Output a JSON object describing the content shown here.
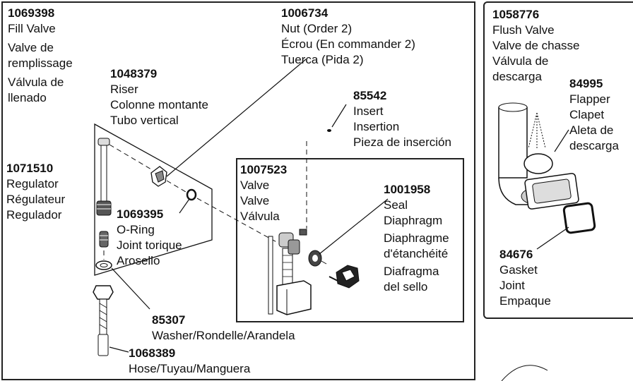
{
  "parts": {
    "fill_valve": {
      "number": "1069398",
      "en": "Fill Valve",
      "fr1": "Valve de",
      "fr2": "remplissage",
      "es1": "Válvula de",
      "es2": "llenado"
    },
    "nut": {
      "number": "1006734",
      "en": "Nut (Order 2)",
      "fr": "Écrou (En commander 2)",
      "es": "Tuerca (Pida 2)"
    },
    "riser": {
      "number": "1048379",
      "en": "Riser",
      "fr": "Colonne montante",
      "es": "Tubo vertical"
    },
    "insert": {
      "number": "85542",
      "en": "Insert",
      "fr": "Insertion",
      "es": "Pieza de inserción"
    },
    "regulator": {
      "number": "1071510",
      "en": "Regulator",
      "fr": "Régulateur",
      "es": "Regulador"
    },
    "valve": {
      "number": "1007523",
      "en": "Valve",
      "fr": "Valve",
      "es": "Válvula"
    },
    "seal": {
      "number": "1001958",
      "en": "Seal",
      "fr": "Diaphragm",
      "es1": "Diaphragme",
      "es2": "d'étanchéité",
      "es3": "Diafragma",
      "es4": "del sello"
    },
    "oring": {
      "number": "1069395",
      "en": "O-Ring",
      "fr": "Joint torique",
      "es": "Arosello"
    },
    "washer": {
      "number": "85307",
      "desc": "Washer/Rondelle/Arandela"
    },
    "hose": {
      "number": "1068389",
      "desc": "Hose/Tuyau/Manguera"
    },
    "flush_valve": {
      "number": "1058776",
      "en": "Flush Valve",
      "fr": "Valve de chasse",
      "es1": "Válvula de",
      "es2": "descarga"
    },
    "flapper": {
      "number": "84995",
      "en": "Flapper",
      "fr": "Clapet",
      "es1": "Aleta de",
      "es2": "descarga"
    },
    "gasket": {
      "number": "84676",
      "en": "Gasket",
      "fr": "Joint",
      "es": "Empaque"
    }
  }
}
